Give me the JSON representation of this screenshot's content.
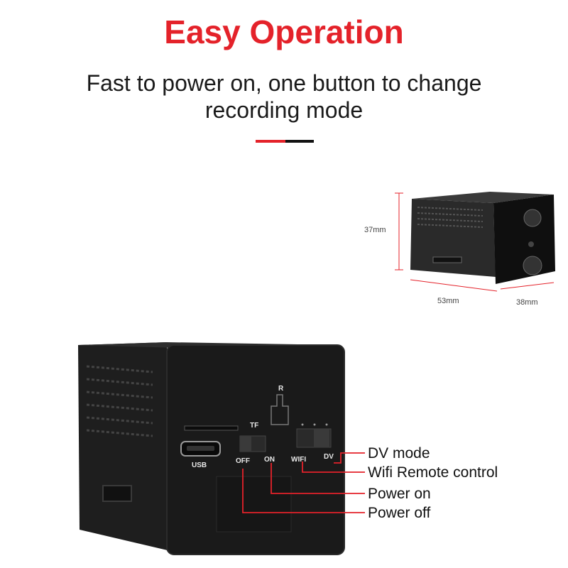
{
  "header": {
    "title": "Easy Operation",
    "subtitle_line1": "Fast to power on, one button to change",
    "subtitle_line2": "recording mode"
  },
  "dimensions": {
    "height": "37mm",
    "length": "53mm",
    "depth": "38mm"
  },
  "device_labels": {
    "reset": "R",
    "tf_slot": "TF",
    "usb": "USB",
    "off": "OFF",
    "on": "ON",
    "wifi": "WIFI",
    "dv": "DV"
  },
  "annotations": {
    "dv_mode": "DV mode",
    "wifi_remote": "Wifi Remote control",
    "power_on": "Power on",
    "power_off": "Power off"
  },
  "colors": {
    "accent": "#e4222a",
    "device": "#1c1c1c"
  }
}
